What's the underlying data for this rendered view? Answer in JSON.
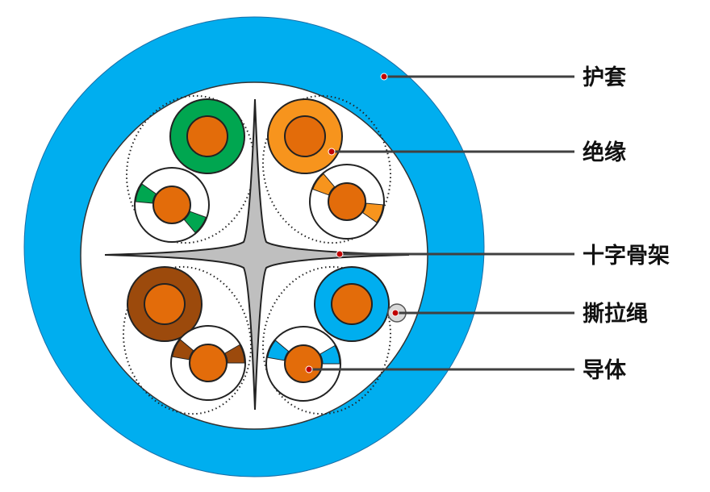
{
  "colors": {
    "jacket": "#00aeef",
    "inner_fill": "#ffffff",
    "spline": "#bfbfbf",
    "conductor": "#e36c0a",
    "leader": "#404040",
    "dot": "#c00000"
  },
  "pairs": [
    {
      "name": "green",
      "color": "#00a650"
    },
    {
      "name": "orange",
      "color": "#f7941d"
    },
    {
      "name": "brown",
      "color": "#9c4a0c"
    },
    {
      "name": "blue",
      "color": "#00aeef"
    }
  ],
  "labels": {
    "jacket": "护套",
    "insulation": "绝缘",
    "cross_spline": "十字骨架",
    "ripcord": "撕拉绳",
    "conductor": "导体"
  }
}
